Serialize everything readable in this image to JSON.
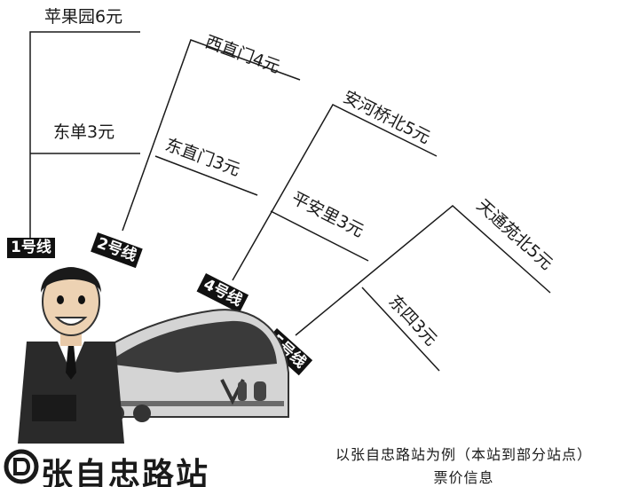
{
  "lines": [
    {
      "tag": "1号线",
      "stations": [
        {
          "label": "苹果园6元"
        },
        {
          "label": "东单3元"
        }
      ]
    },
    {
      "tag": "2号线",
      "stations": [
        {
          "label": "西直门4元"
        },
        {
          "label": "东直门3元"
        }
      ]
    },
    {
      "tag": "4号线",
      "stations": [
        {
          "label": "安河桥北5元"
        },
        {
          "label": "平安里3元"
        }
      ]
    },
    {
      "tag": "5号线",
      "stations": [
        {
          "label": "天通苑北5元"
        },
        {
          "label": "东四3元"
        }
      ]
    }
  ],
  "footer": {
    "title": "张自忠路站",
    "caption_line1": "以张自忠路站为例（本站到部分站点）",
    "caption_line2": "票价信息"
  },
  "colors": {
    "ink": "#1a1a1a",
    "tag_bg": "#111111",
    "train": "#bfbfbf"
  },
  "icons": [
    "logo-icon",
    "cartoon-man-illustration",
    "train-illustration"
  ]
}
